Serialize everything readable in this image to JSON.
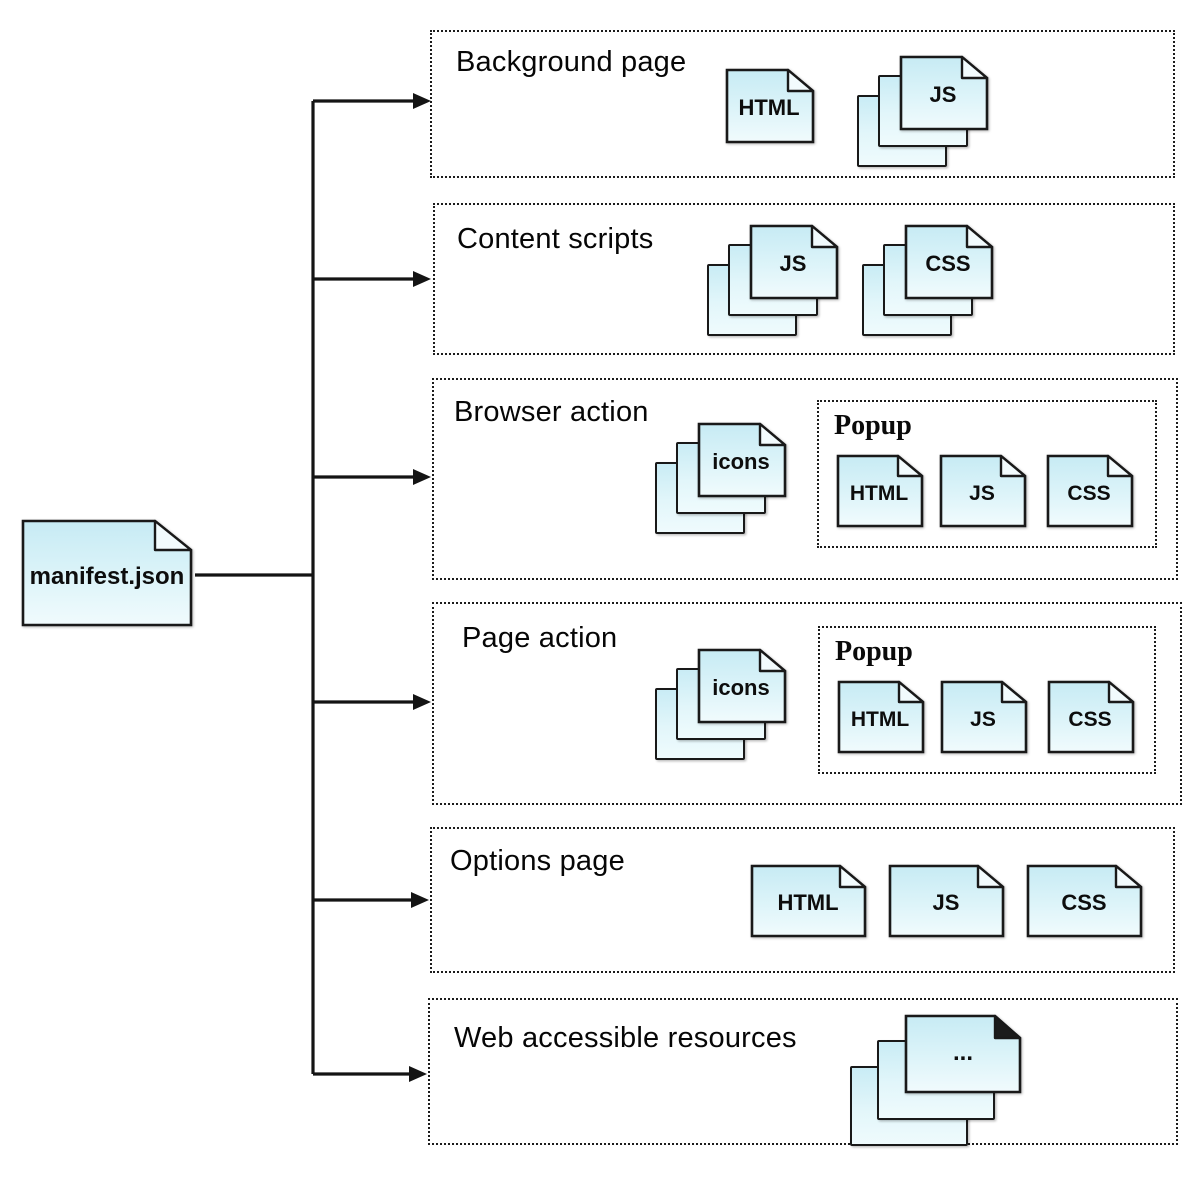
{
  "root_file": {
    "label": "manifest.json"
  },
  "sections": [
    {
      "title": "Background page",
      "files": [
        {
          "kind": "single",
          "label": "HTML"
        },
        {
          "kind": "stack",
          "label": "JS"
        }
      ]
    },
    {
      "title": "Content scripts",
      "files": [
        {
          "kind": "stack",
          "label": "JS"
        },
        {
          "kind": "stack",
          "label": "CSS"
        }
      ]
    },
    {
      "title": "Browser action",
      "files": [
        {
          "kind": "stack",
          "label": "icons"
        }
      ],
      "popup": {
        "title": "Popup",
        "files": [
          {
            "label": "HTML"
          },
          {
            "label": "JS"
          },
          {
            "label": "CSS"
          }
        ]
      }
    },
    {
      "title": "Page action",
      "files": [
        {
          "kind": "stack",
          "label": "icons"
        }
      ],
      "popup": {
        "title": "Popup",
        "files": [
          {
            "label": "HTML"
          },
          {
            "label": "JS"
          },
          {
            "label": "CSS"
          }
        ]
      }
    },
    {
      "title": "Options page",
      "files": [
        {
          "kind": "single",
          "label": "HTML"
        },
        {
          "kind": "single",
          "label": "JS"
        },
        {
          "kind": "single",
          "label": "CSS"
        }
      ]
    },
    {
      "title": "Web accessible resources",
      "files": [
        {
          "kind": "stack",
          "label": "..."
        }
      ]
    }
  ],
  "colors": {
    "file_fill_top": "#c9ecf5",
    "file_fill_bottom": "#f1fbfd",
    "outline": "#191919",
    "line": "#141414",
    "background": "#ffffff"
  }
}
